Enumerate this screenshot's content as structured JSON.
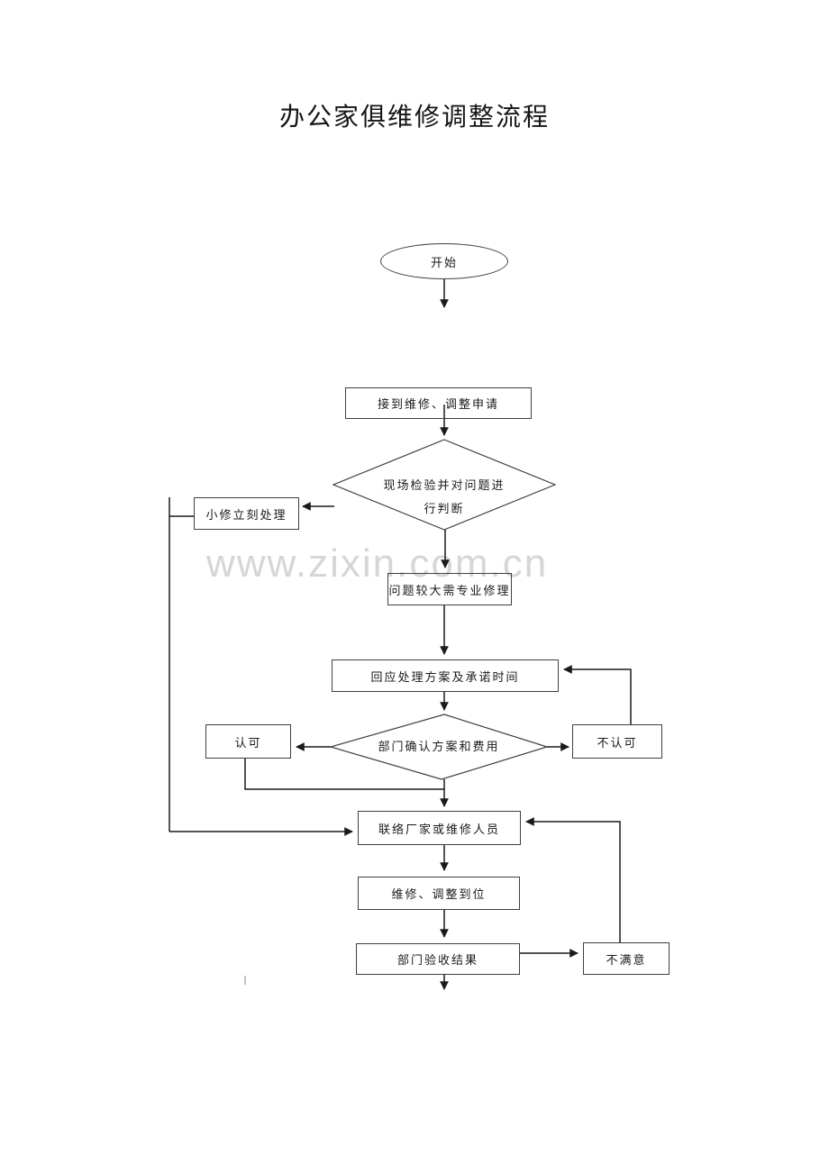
{
  "page": {
    "title": "办公家俱维修调整流程",
    "watermark": "www.zixin.com.cn"
  },
  "nodes": {
    "start": {
      "shape": "ellipse",
      "label": "开始"
    },
    "receive": {
      "shape": "rect",
      "label": "接到维修、调整申请"
    },
    "inspect": {
      "shape": "diamond",
      "label_line1": "现场检验并对问题进",
      "label_line2": "行判断"
    },
    "minor_repair": {
      "shape": "rect",
      "label": "小修立刻处理"
    },
    "professional": {
      "shape": "rect",
      "label": "问题较大需专业修理"
    },
    "respond": {
      "shape": "rect",
      "label": "回应处理方案及承诺时间"
    },
    "confirm": {
      "shape": "diamond",
      "label": "部门确认方案和费用"
    },
    "approve": {
      "shape": "rect",
      "label": "认可"
    },
    "disapprove": {
      "shape": "rect",
      "label": "不认可"
    },
    "contact": {
      "shape": "rect",
      "label": "联络厂家或维修人员"
    },
    "repair_done": {
      "shape": "rect",
      "label": "维修、调整到位"
    },
    "acceptance": {
      "shape": "rect",
      "label": "部门验收结果"
    },
    "unsatisfied": {
      "shape": "rect",
      "label": "不满意"
    }
  },
  "edges": [
    {
      "from": "start",
      "to": "receive"
    },
    {
      "from": "receive",
      "to": "inspect"
    },
    {
      "from": "inspect",
      "to": "minor_repair"
    },
    {
      "from": "inspect",
      "to": "professional"
    },
    {
      "from": "professional",
      "to": "respond"
    },
    {
      "from": "respond",
      "to": "confirm"
    },
    {
      "from": "confirm",
      "to": "approve"
    },
    {
      "from": "confirm",
      "to": "disapprove"
    },
    {
      "from": "disapprove",
      "to": "respond"
    },
    {
      "from": "approve",
      "to": "contact"
    },
    {
      "from": "confirm",
      "to": "contact"
    },
    {
      "from": "minor_repair",
      "to": "contact"
    },
    {
      "from": "contact",
      "to": "repair_done"
    },
    {
      "from": "repair_done",
      "to": "acceptance"
    },
    {
      "from": "acceptance",
      "to": "unsatisfied"
    },
    {
      "from": "unsatisfied",
      "to": "contact"
    },
    {
      "from": "acceptance",
      "to": "end"
    }
  ],
  "colors": {
    "line": "#1a1a1a",
    "border": "#3f3f3f",
    "watermark": "#d6d6d6",
    "text": "#1a1a1a"
  }
}
